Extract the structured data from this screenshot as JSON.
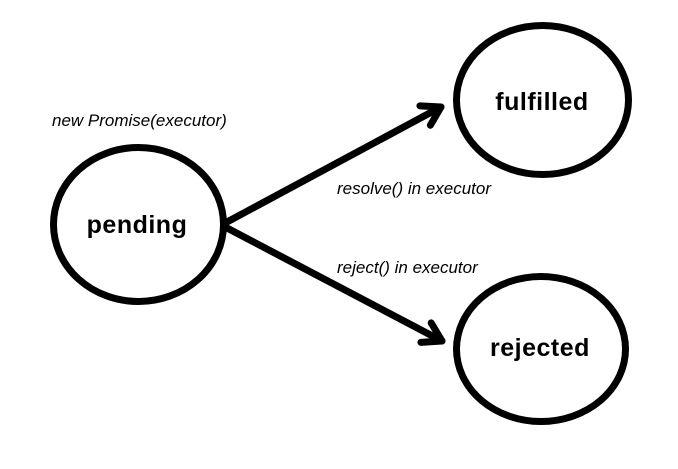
{
  "diagram": {
    "constructor_label": "new Promise(executor)",
    "nodes": {
      "pending": {
        "label": "pending"
      },
      "fulfilled": {
        "label": "fulfilled"
      },
      "rejected": {
        "label": "rejected"
      }
    },
    "edges": {
      "resolve": {
        "from": "pending",
        "to": "fulfilled",
        "label": "resolve() in executor"
      },
      "reject": {
        "from": "pending",
        "to": "rejected",
        "label": "reject() in executor"
      }
    },
    "colors": {
      "stroke": "#000000",
      "text": "#000000",
      "background": "#ffffff"
    }
  }
}
